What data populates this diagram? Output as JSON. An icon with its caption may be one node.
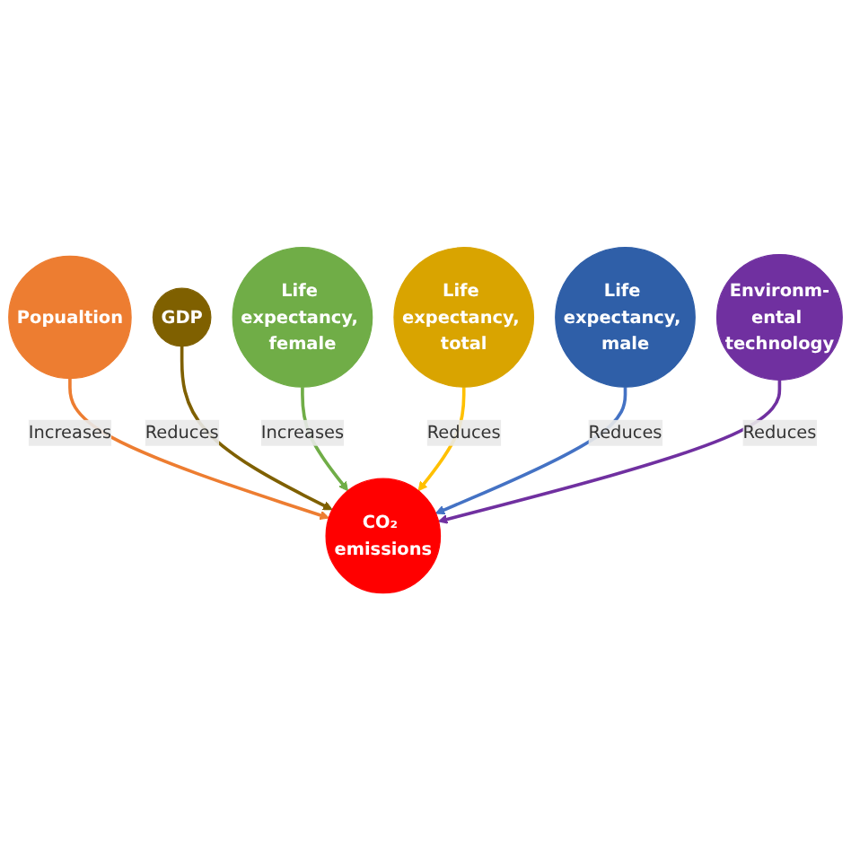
{
  "diagram": {
    "nodes": [
      {
        "text": [
          "Popualtion"
        ]
      },
      {
        "text": [
          "GDP"
        ]
      },
      {
        "text": [
          "Life expectancy, female"
        ]
      },
      {
        "text": [
          "CO₂ emissions"
        ]
      },
      {
        "text": [
          "Life expectancy, total"
        ]
      },
      {
        "text": [
          "Life expectancy, male"
        ]
      },
      {
        "text": [
          "Environm-ental technology"
        ]
      }
    ],
    "edges": [
      {
        "from": 0,
        "to": 3,
        "arrow": "to",
        "label": "Increases",
        "color": "#ed7d31"
      },
      {
        "from": 1,
        "to": 3,
        "arrow": "to",
        "label": "Reduces",
        "color": "#7f6000"
      },
      {
        "from": 2,
        "to": 3,
        "arrow": "to",
        "label": "Increases",
        "color": "#70ad47"
      },
      {
        "from": 4,
        "to": 3,
        "arrow": "to",
        "label": "Reduces",
        "color": "#ffc000"
      },
      {
        "from": 5,
        "to": 3,
        "arrow": "to",
        "label": "Reduces",
        "color": "#4472c4"
      },
      {
        "from": 6,
        "to": 3,
        "arrow": "to",
        "label": "Reduces",
        "color": "#7030a0"
      }
    ]
  }
}
